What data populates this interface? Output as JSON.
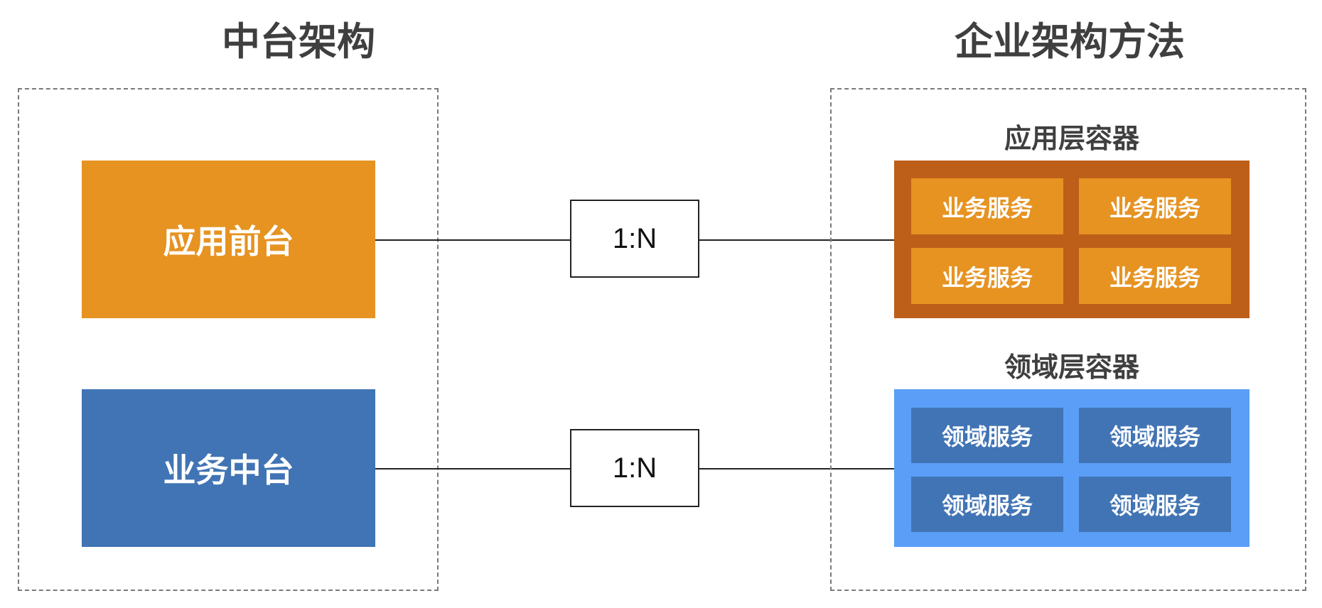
{
  "left": {
    "title": "中台架构",
    "blocks": [
      {
        "label": "应用前台",
        "color": "#e69322"
      },
      {
        "label": "业务中台",
        "color": "#4174b4"
      }
    ]
  },
  "right": {
    "title": "企业架构方法",
    "containers": [
      {
        "title": "应用层容器",
        "outer_color": "#bd5f18",
        "inner_color": "#e69322",
        "services": [
          "业务服务",
          "业务服务",
          "业务服务",
          "业务服务"
        ]
      },
      {
        "title": "领域层容器",
        "outer_color": "#5a9ef7",
        "inner_color": "#4174b4",
        "services": [
          "领域服务",
          "领域服务",
          "领域服务",
          "领域服务"
        ]
      }
    ]
  },
  "relations": [
    "1:N",
    "1:N"
  ]
}
